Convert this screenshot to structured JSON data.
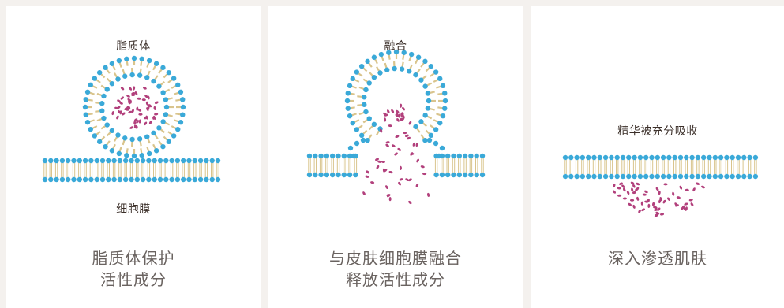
{
  "colors": {
    "background": "#f4f1ee",
    "panel": "#ffffff",
    "lipid_head": "#3aa9d8",
    "lipid_tail": "#d9c48c",
    "active_ingredient": "#b2407c",
    "label_text": "#3a2e28",
    "caption_text": "#6a6360"
  },
  "panels": [
    {
      "name": "liposome",
      "top_label": "脂质体",
      "bottom_label": "细胞膜",
      "caption_lines": [
        "脂质体保护",
        "活性成分"
      ]
    },
    {
      "name": "fusion",
      "top_label": "融合",
      "caption_lines": [
        "与皮肤细胞膜融合",
        "释放活性成分"
      ]
    },
    {
      "name": "absorption",
      "top_label": "精华被充分吸收",
      "caption_lines": [
        "深入渗透肌肤"
      ]
    }
  ]
}
